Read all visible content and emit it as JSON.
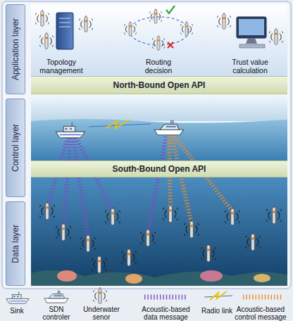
{
  "diagram": {
    "nodes": [
      {
        "text": [
          "Application layer"
        ]
      },
      {
        "text": [
          "Control layer"
        ]
      },
      {
        "text": [
          "Data layer"
        ]
      },
      {
        "text": [
          "North-Bound Open API"
        ]
      },
      {
        "text": [
          "South-Bound Open API"
        ]
      }
    ],
    "labels": [
      "Topology management",
      "Routing decision",
      "Trust value calculation"
    ],
    "legend": [
      {
        "text": "Sink"
      },
      {
        "text": "SDN controler"
      },
      {
        "text": "Underwater senor"
      },
      {
        "text": "Acoustic-based data message"
      },
      {
        "text": "Radio link"
      },
      {
        "text": "Acoustic-based control message"
      }
    ]
  }
}
